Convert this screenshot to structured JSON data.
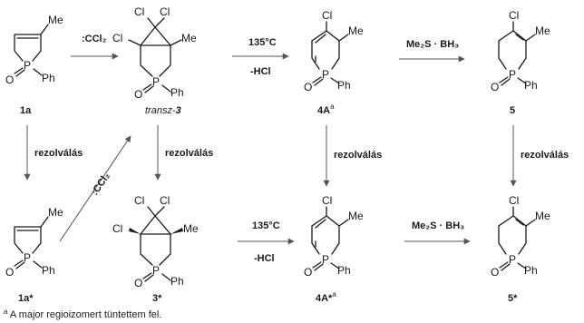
{
  "atoms": {
    "me": "Me",
    "ph": "Ph",
    "p": "P",
    "o": "O",
    "cl": "Cl",
    "bh3": "Me₂S · BH₃"
  },
  "compounds": {
    "c1a": "1a",
    "c3_prefix": "transz-",
    "c3": "3",
    "c4A": "4A",
    "c4A_sup": "a",
    "c5": "5",
    "c1a_star": "1a*",
    "c3_star": "3*",
    "c4A_star": "4A*",
    "c4A_star_sup": "a",
    "c5_star": "5*"
  },
  "conditions": {
    "carbene": ":CCl₂",
    "temperature": "135°C",
    "elimination": "-HCl",
    "borane": "Me₂S · BH₃",
    "resolution": "rezolválás"
  },
  "footnote": {
    "mark": "a",
    "text": " A major regioizomert tüntettem fel."
  }
}
